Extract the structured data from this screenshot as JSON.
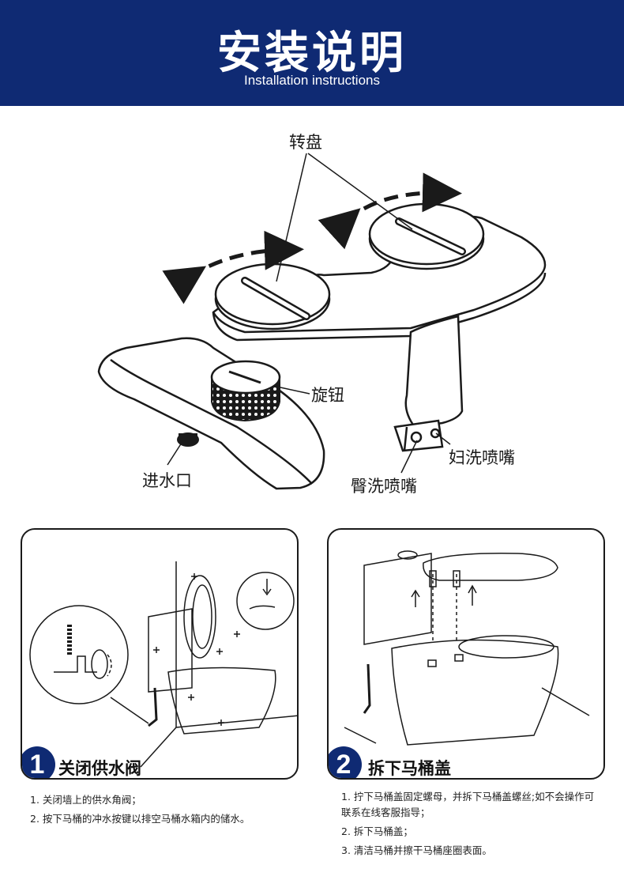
{
  "header": {
    "title": "安装说明",
    "subtitle": "Installation instructions"
  },
  "diagram": {
    "labels": {
      "dial": "转盘",
      "knob": "旋钮",
      "inlet": "进水口",
      "feminine_nozzle": "妇洗喷嘴",
      "rear_nozzle": "臀洗喷嘴"
    }
  },
  "step1": {
    "number": "1",
    "title": "关闭供水阀",
    "items": [
      "1. 关闭墙上的供水角阀；",
      "2. 按下马桶的冲水按键以排空马桶水箱内的储水。"
    ]
  },
  "step2": {
    "number": "2",
    "title": "拆下马桶盖",
    "items": [
      "1. 拧下马桶盖固定螺母，并拆下马桶盖螺丝;如不会操作可联系在线客服指导；",
      "2. 拆下马桶盖；",
      "3. 清洁马桶并擦干马桶座圈表面。"
    ]
  },
  "colors": {
    "brand": "#0f2a73",
    "line": "#1a1a1a"
  }
}
